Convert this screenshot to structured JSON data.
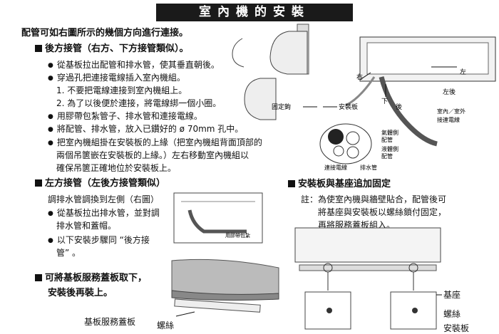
{
  "title": "室內機的安裝",
  "intro": "配管可如右圖所示的幾個方向進行連接。",
  "rear": {
    "heading": "後方接管（右方、下方接管類似）。",
    "b1": "從基板拉出配管和排水管，使其垂直朝後。",
    "b2": "穿過孔把連接電線插入室內機組。",
    "s1": "1. 不要把電線連接到室內機組上。",
    "s2": "2. 為了以後便於連接，將電線綁一個小圈。",
    "b3": "用膠帶包紮管子、排水管和連接電線。",
    "b4": "將配管、排水管，放入已鑽好的 ø 70mm 孔中。",
    "b5a": "把室內機組掛在安裝板的上緣（把室內機組背面頂部的",
    "b5b": "兩個吊篋嵌在安裝板的上緣。）左右移動室內機組以",
    "b5c": "確保吊篋正確地位於安裝板上。"
  },
  "left": {
    "heading": "左方接管（左後方接管類似）",
    "l1": "調排水管調換到左側（右圖）",
    "b1a": "從基板拉出排水管，並對調",
    "b1b": "排水管和蓋帽。",
    "b2a": "以下安裝步驟同 “後方接",
    "b2b": "管” 。",
    "tape_label": "用膠帶包紮"
  },
  "base_cover": {
    "heading": "可將基板服務蓋板取下，",
    "line2": "安裝後再裝上。",
    "label_cover": "基板服務蓋板",
    "label_screw": "螺絲"
  },
  "plate": {
    "heading": "安裝板與基座追加固定",
    "note_prefix": "註：",
    "n1": "為使室內機與牆壁貼合，配管後可",
    "n2": "將基座與安裝板以螺絲鎖付固定，",
    "n3": "再將服務蓋板組入。",
    "label_base": "基座",
    "label_screw": "螺絲",
    "label_plate": "安裝板"
  },
  "diagram": {
    "right": "右",
    "left": "左",
    "down": "下",
    "rear": "後",
    "left_rear": "左後",
    "hook": "固定鉤",
    "plate": "安裝板",
    "wire1": "室內／室外",
    "wire2": "接連電線",
    "gas1": "氣體側",
    "gas2": "配管",
    "liq1": "液體側",
    "liq2": "配管",
    "conn": "連接電線",
    "drain": "排水管"
  }
}
